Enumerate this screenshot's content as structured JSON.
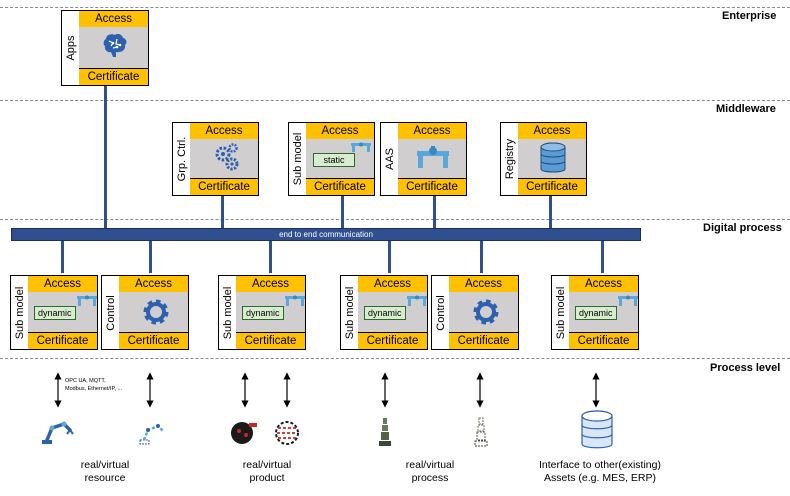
{
  "layers": {
    "enterprise": "Enterprise",
    "middleware": "Middleware",
    "digital_process": "Digital process",
    "process_level": "Process level"
  },
  "bus_label": "end to end communication",
  "access": "Access",
  "certificate": "Certificate",
  "boxes": {
    "apps": "Apps",
    "grp_ctrl": "Grp. Ctrl.",
    "sub_model": "Sub model",
    "aas": "AAS",
    "registry": "Registry",
    "control": "Control"
  },
  "inner_labels": {
    "static": "static",
    "dynamic": "dynamic"
  },
  "protocols": {
    "line1": "OPC UA,  MQTT,",
    "line2": "Modbus,  Ethernet/IP,  ..."
  },
  "captions": {
    "resource_1": "real/virtual",
    "resource_2": "resource",
    "product_1": "real/virtual",
    "product_2": "product",
    "process_1": "real/virtual",
    "process_2": "process",
    "interface_1": "Interface to other(existing)",
    "interface_2": "Assets (e.g. MES, ERP)"
  },
  "icons": [
    "brain-icon",
    "gears-icon",
    "robot-arm-icon",
    "database-icon",
    "gear-icon",
    "workpiece-icon",
    "signal-tower-icon"
  ],
  "colors": {
    "access_bar": "#ffc000",
    "core": "#d0cece",
    "bus": "#2f4f8f",
    "icon_blue": "#2e60b0"
  }
}
